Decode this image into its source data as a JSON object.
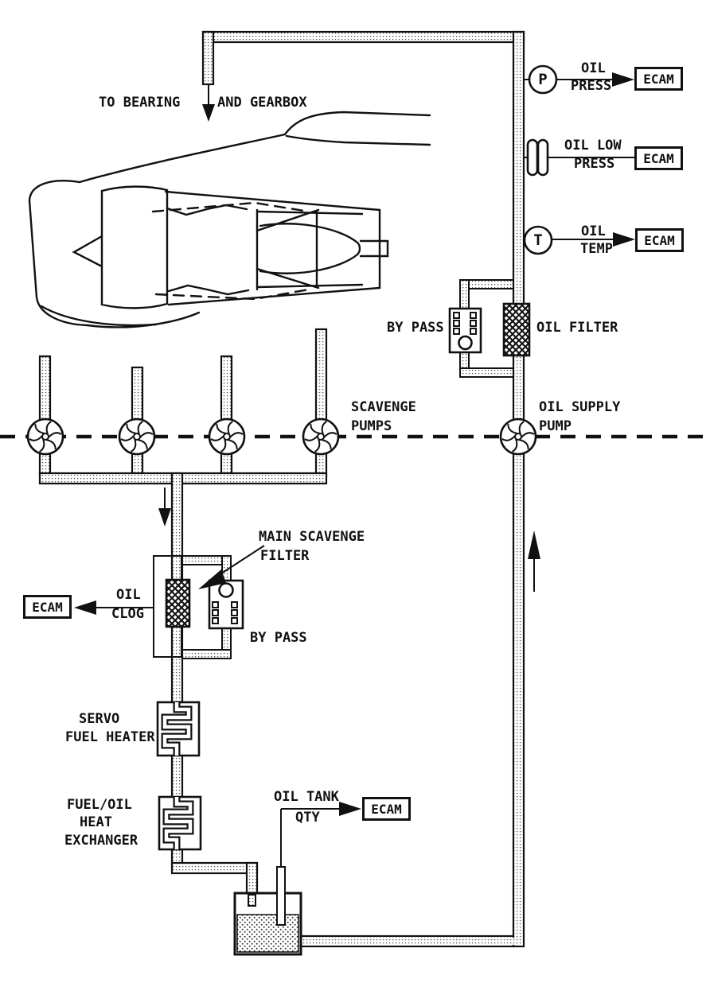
{
  "colors": {
    "ink": "#111111",
    "background": "#ffffff"
  },
  "flow_labels": {
    "to_bearing": "TO BEARING",
    "and_gearbox": "AND GEARBOX"
  },
  "ecam_label": "ECAM",
  "sensors": {
    "press": {
      "letter": "P",
      "line1": "OIL",
      "line2": "PRESS"
    },
    "low_press": {
      "line1": "OIL LOW",
      "line2": "PRESS"
    },
    "temp": {
      "letter": "T",
      "line1": "OIL",
      "line2": "TEMP"
    },
    "clog": {
      "line1": "OIL",
      "line2": "CLOG"
    },
    "tank_qty": {
      "line1": "OIL TANK",
      "line2": "QTY"
    }
  },
  "components": {
    "bypass_supply": "BY PASS",
    "oil_filter": "OIL FILTER",
    "scavenge_pumps": {
      "line1": "SCAVENGE",
      "line2": "PUMPS"
    },
    "oil_supply_pump": {
      "line1": "OIL SUPPLY",
      "line2": "PUMP"
    },
    "main_scavenge_filter": {
      "line1": "MAIN SCAVENGE",
      "line2": "FILTER"
    },
    "bypass_scavenge": "BY PASS",
    "servo_fuel_heater": {
      "line1": "SERVO",
      "line2": "FUEL HEATER"
    },
    "fuel_oil_heat_exchanger": {
      "line1": "FUEL/OIL",
      "line2": "HEAT",
      "line3": "EXCHANGER"
    }
  }
}
